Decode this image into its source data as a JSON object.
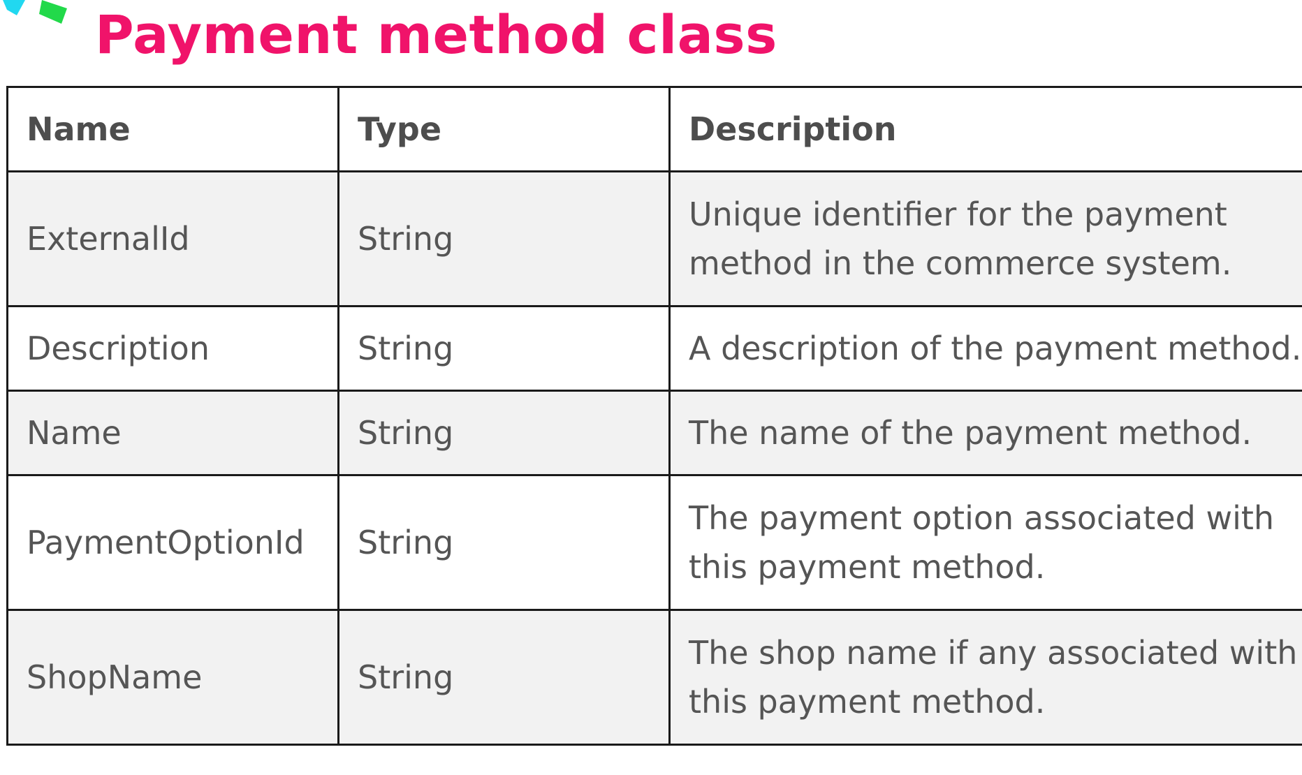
{
  "page": {
    "title": "Payment method class"
  },
  "table": {
    "headers": [
      "Name",
      "Type",
      "Description"
    ],
    "rows": [
      {
        "name": "ExternalId",
        "type": "String",
        "description": [
          "Unique identifier for the payment",
          "method in the commerce system."
        ]
      },
      {
        "name": "Description",
        "type": "String",
        "description": [
          "A description of the payment method."
        ]
      },
      {
        "name": "Name",
        "type": "String",
        "description": [
          "The name of the payment method."
        ]
      },
      {
        "name": "PaymentOptionId",
        "type": "String",
        "description": [
          "The payment option associated with",
          "this payment method."
        ]
      },
      {
        "name": "ShopName",
        "type": "String",
        "description": [
          "The shop name if any associated with",
          "this payment method."
        ]
      }
    ]
  },
  "colors": {
    "title": "#f0136a",
    "text": "#555555",
    "shaded_row": "#f2f2f2",
    "border": "#1a1a1a",
    "decoration_cyan": "#21d8f0",
    "decoration_green": "#22d94a"
  }
}
